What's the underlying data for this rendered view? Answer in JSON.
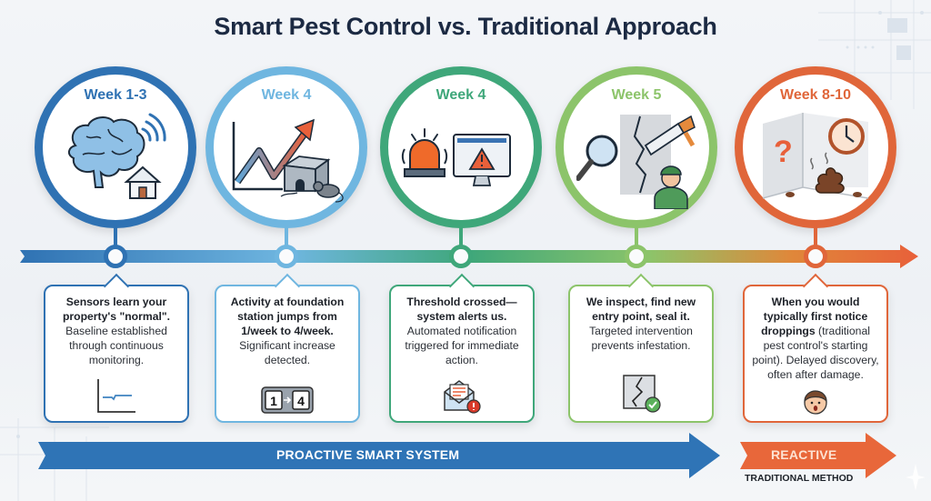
{
  "title": "Smart Pest Control vs. Traditional Approach",
  "colors": {
    "stage1": "#2f72b3",
    "stage2": "#6fb6e0",
    "stage3": "#3fa77a",
    "stage4": "#8cc46a",
    "stage5": "#e0663a",
    "proactive_band": "#2f74b6",
    "reactive_band": "#e8673a"
  },
  "stages": [
    {
      "week": "Week 1-3",
      "illustration": "brain-with-wireless-signal-and-house",
      "text_bold": "Sensors learn your property's \"normal\".",
      "text_regular": "Baseline established through continuous monitoring.",
      "icon": "flat-baseline-chart-icon"
    },
    {
      "week": "Week 4",
      "illustration": "rising-trend-chart-with-bait-station-and-rat",
      "text_bold": "Activity at foundation station jumps from 1/week to 4/week.",
      "text_regular": "Significant increase detected.",
      "icon": "counter-1-to-4-icon",
      "counter_from": "1",
      "counter_to": "4"
    },
    {
      "week": "Week 4",
      "illustration": "alarm-siren-and-monitor-warning",
      "text_bold": "Threshold crossed—system alerts us.",
      "text_regular": "Automated notification triggered for immediate action.",
      "icon": "email-alert-icon"
    },
    {
      "week": "Week 5",
      "illustration": "magnifier-crack-caulk-gun-technician",
      "text_bold": "We inspect, find new entry point, seal it.",
      "text_regular": "Targeted intervention prevents infestation.",
      "icon": "sealed-crack-check-icon"
    },
    {
      "week": "Week 8-10",
      "illustration": "question-mark-droppings-clock",
      "text_bold": "When you would typically first notice droppings",
      "text_regular": "(traditional pest control's starting point). Delayed discovery, often after damage.",
      "icon": "surprised-face-icon"
    }
  ],
  "bands": {
    "proactive": "PROACTIVE SMART SYSTEM",
    "reactive": "REACTIVE",
    "reactive_sub": "TRADITIONAL METHOD"
  }
}
